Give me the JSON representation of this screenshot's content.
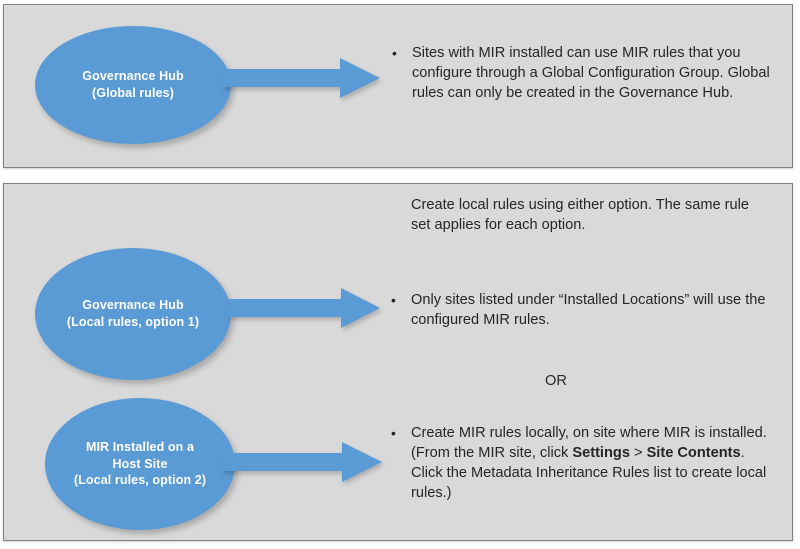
{
  "colors": {
    "node_fill": "#5B9BD5",
    "arrow_fill": "#5B9BD5",
    "panel_bg": "#D9D9D9",
    "panel_border": "#808080",
    "page_bg": "#FFFFFF",
    "body_text": "#262626",
    "node_text": "#FFFFFF"
  },
  "panels": [
    {
      "id": "global",
      "node": {
        "name": "governance-hub-global",
        "line1": "Governance Hub",
        "line2": "(Global rules)"
      },
      "arrow": {
        "name": "arrow-global",
        "direction": "right"
      },
      "texts": [
        {
          "id": "global-bullet",
          "bullet": true,
          "text": "Sites with MIR installed can use MIR rules that you configure through a Global Configuration Group. Global rules can only be created in the Governance Hub."
        }
      ]
    },
    {
      "id": "local",
      "intro": "Create local rules using either option. The same rule set applies for each option.",
      "divider_label": "OR",
      "nodes": [
        {
          "name": "governance-hub-local",
          "line1": "Governance Hub",
          "line2": "(Local rules, option 1)"
        },
        {
          "name": "mir-installed-host-site",
          "line1": "MIR Installed on a",
          "line2": "Host Site",
          "line3": "(Local rules, option 2)"
        }
      ],
      "texts": [
        {
          "id": "local1-bullet",
          "bullet": true,
          "text": "Only sites listed under “Installed Locations” will use the configured MIR rules."
        },
        {
          "id": "local2-bullet",
          "bullet": true,
          "segments": [
            {
              "text": "Create MIR rules locally, on site where MIR is installed. (From the MIR site, click ",
              "bold": false
            },
            {
              "text": "Settings",
              "bold": true
            },
            {
              "text": " > ",
              "bold": false
            },
            {
              "text": "Site Contents",
              "bold": true
            },
            {
              "text": ". Click the Metadata Inheritance Rules list to create local rules.)",
              "bold": false
            }
          ],
          "text_plain": "Create MIR rules locally, on site where MIR is installed. (From the MIR site, click Settings > Site Contents. Click the Metadata Inheritance Rules list to create local rules.)",
          "part_1": "Create MIR rules locally, on site where MIR is installed. (From the MIR site, click ",
          "bold_1": "Settings",
          "part_2": " > ",
          "bold_2": "Site Contents",
          "part_3": ". Click the Metadata Inheritance Rules list to create local rules.)"
        }
      ]
    }
  ]
}
